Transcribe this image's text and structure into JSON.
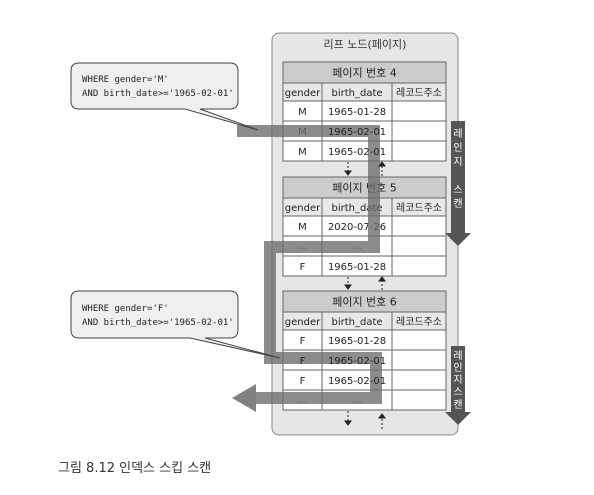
{
  "leaf_title": "리프 노드(페이지)",
  "columns": [
    "gender",
    "birth_date",
    "레코드주소"
  ],
  "pages": [
    {
      "title": "페이지 번호 4",
      "rows": [
        [
          "M",
          "1965-01-28",
          ""
        ],
        [
          "M",
          "1965-02-01",
          ""
        ],
        [
          "M",
          "1965-02-01",
          ""
        ]
      ]
    },
    {
      "title": "페이지 번호 5",
      "rows": [
        [
          "M",
          "2020-07-26",
          ""
        ],
        [
          "...",
          "...",
          ""
        ],
        [
          "F",
          "1965-01-28",
          ""
        ]
      ]
    },
    {
      "title": "페이지 번호 6",
      "rows": [
        [
          "F",
          "1965-01-28",
          ""
        ],
        [
          "F",
          "1965-02-01",
          ""
        ],
        [
          "F",
          "1965-02-01",
          ""
        ],
        [
          "...",
          "...",
          ""
        ]
      ]
    }
  ],
  "callout_m": {
    "line1": "WHERE gender='M'",
    "line2": "AND birth_date>='1965-02-01'"
  },
  "callout_f": {
    "line1": "WHERE gender='F'",
    "line2": "AND birth_date>='1965-02-01'"
  },
  "range_scan_label": [
    "레",
    "인",
    "지",
    "스",
    "캔"
  ],
  "caption": "그림 8.12 인덱스 스킵 스캔",
  "colors": {
    "panel": "#e6e6e6",
    "header": "#cccccc",
    "arrow": "#6b6b6b"
  }
}
